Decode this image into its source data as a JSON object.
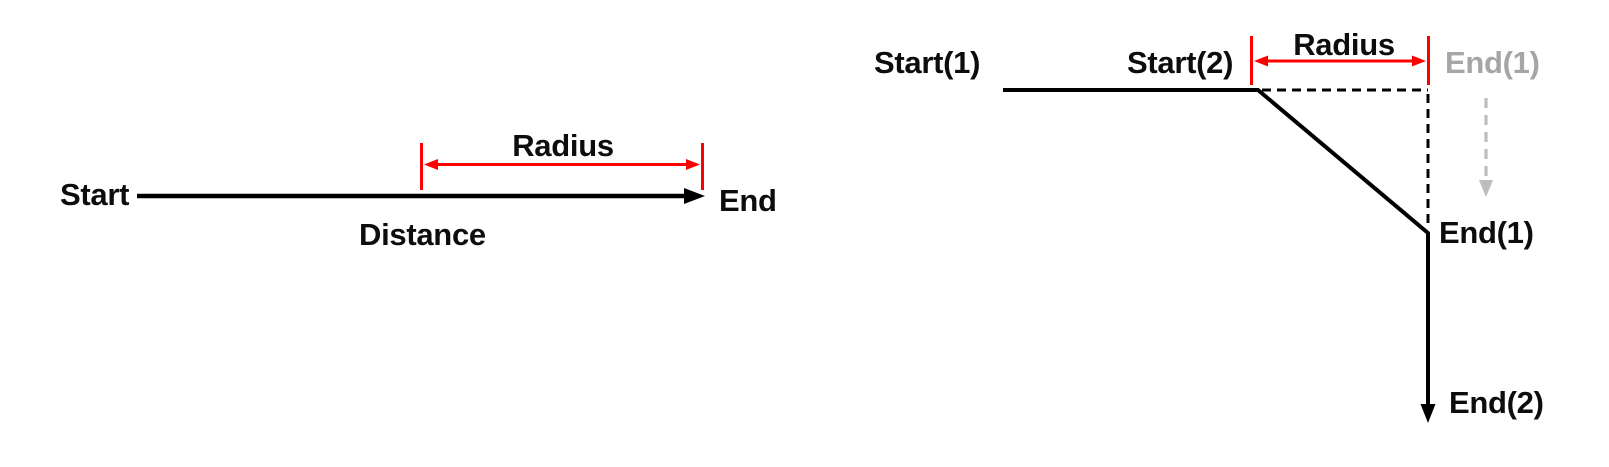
{
  "colors": {
    "line": "#000000",
    "text": "#0d0d0d",
    "accent": "#ff0000",
    "muted": "#a6a6a6",
    "ghost": "#bdbdbd",
    "background": "#ffffff"
  },
  "left_diagram": {
    "start_label": "Start",
    "end_label": "End",
    "radius_label": "Radius",
    "distance_label": "Distance"
  },
  "right_diagram": {
    "start1_label": "Start(1)",
    "start2_label": "Start(2)",
    "radius_label": "Radius",
    "end1_ghost_label": "End(1)",
    "end1_label": "End(1)",
    "end2_label": "End(2)"
  }
}
